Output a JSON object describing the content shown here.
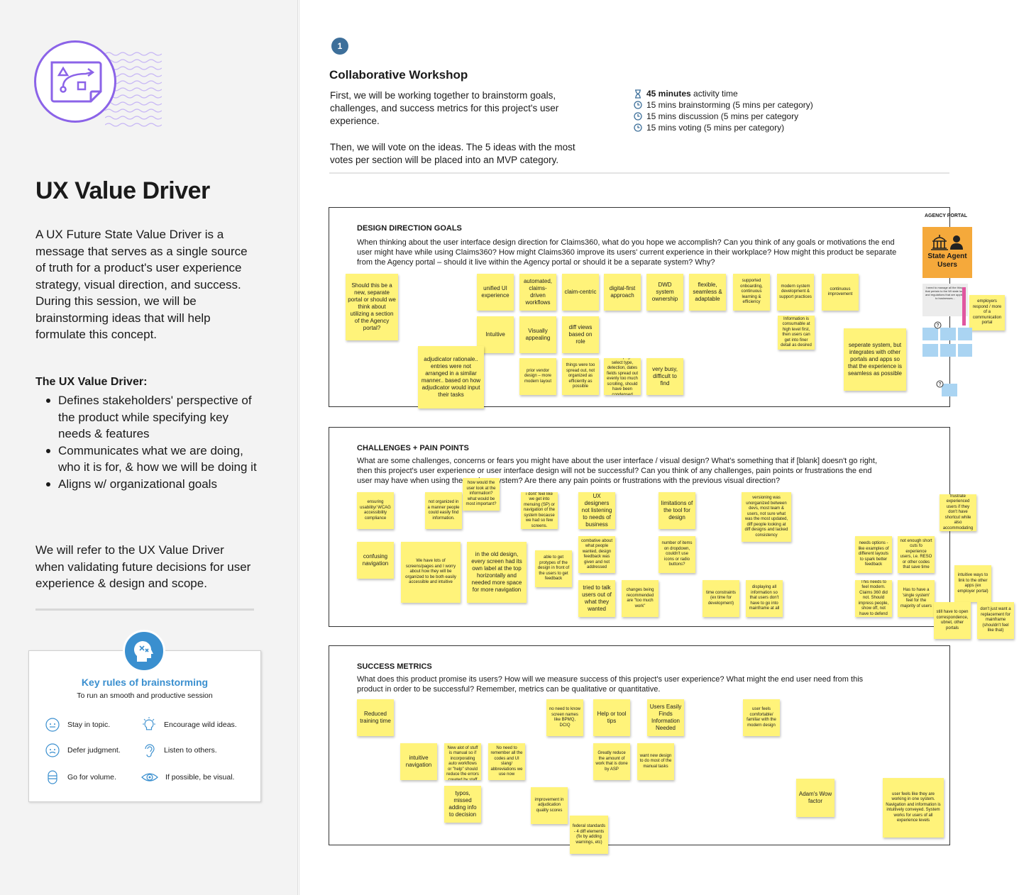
{
  "sidebar": {
    "title": "UX Value Driver",
    "intro": "A UX Future State Value Driver is a message that serves as a single source of truth for a product's user experience strategy, visual direction, and success. During this session, we will be brainstorming ideas that will help formulate this concept.",
    "driver_heading": "The UX Value Driver:",
    "driver_points": [
      "Defines stakeholders' perspective of the product while specifying key needs & features",
      "Communicates what we are doing, who it is for, & how we will be doing it",
      "Aligns w/ organizational goals"
    ],
    "refer": "We will refer to the UX Value Driver when validating future decisions for user experience & design and scope.",
    "rules": {
      "title": "Key rules of brainstorming",
      "subtitle": "To run an smooth and productive session",
      "items": [
        "Stay in topic.",
        "Encourage wild ideas.",
        "Defer judgment.",
        "Listen to others.",
        "Go for volume.",
        "If possible, be visual."
      ]
    }
  },
  "workshop": {
    "step": "1",
    "title": "Collaborative Workshop",
    "p1": "First, we will be working together to brainstorm goals, challenges, and success metrics for this project's user experience.",
    "p2": "Then, we will vote on the ideas. The 5 ideas with the most votes per section will be placed into an MVP category.",
    "activity_bold": "45 minutes",
    "activity_rest": " activity time",
    "times": [
      "15 mins brainstorming (5 mins per category)",
      "15 mins discussion (5 mins per category",
      "15 mins voting (5 mins per category)"
    ]
  },
  "sections": {
    "goals": {
      "title": "DESIGN DIRECTION GOALS",
      "prompt": "When thinking about the user interface design direction for Claims360, what do you hope we accomplish? Can you think of any goals or motivations the end user might have while using Claims360? How might Claims360 improve its users' current experience in their workplace? How might this product be separate from the Agency portal – should it live within the Agency portal or should it be a separate system? Why?"
    },
    "challenges": {
      "title": "CHALLENGES + PAIN POINTS",
      "prompt": "What are some challenges, concerns or fears you might have about the user interface / visual design? What's something that if [blank] doesn't go right, then this project's user experience or user interface design will not be successful? Can you think of any challenges, pain points or frustrations the end user may have when using the modern system? Are there any pain points or frustrations with the previous visual direction?"
    },
    "metrics": {
      "title": "SUCCESS METRICS",
      "prompt": "What does this product promise its users? How will we measure success of this project's user experience? What might the end user need from this product in order to be successful? Remember, metrics can be qualitative or quantitative."
    }
  },
  "agency": {
    "label": "AGENCY PORTAL",
    "card": "State Agent Users",
    "notes": [
      "I need to manage all the things that pertain to the WI state laws and regulations that are applied to businesses...",
      "employers respond / more of a communication portal",
      "Information is consumable at high level first, then users can get into finer detail as desired"
    ]
  },
  "notes_goals": [
    "Should this be a new, separate portal or should we think about utilizing a section of the Agency portal?",
    "unified UI experience",
    "automated, claims-driven workflows",
    "claim-centric",
    "digital-first approach",
    "DWD system ownership",
    "flexible, seamless & adaptable",
    "supported onboarding, continuous learning & efficiency",
    "modern system development & support practices",
    "continuous improvement",
    "Intuitive",
    "Visually appealing",
    "diff views based on role",
    "adjudicator rationale.. entries were not arranged in a similar manner.. based on how adjudicator would input their tasks",
    "prior vendor design – more modern layout",
    "things were too spread out, not organized as efficiently as possible",
    "issues page.. select type, detection, dates fields spread out evenly too much scrolling, should have been condensed",
    "very busy, difficult to find",
    "seperate system, but integrates with other portals and apps so that the experience is seamless as possible"
  ],
  "notes_challenges": [
    "ensuring usability/ WCAG accessibility compliance",
    "not organized in a manner people could easily find information.",
    "how would the user look at the information? what would be most important?",
    "i dont' feel like we get into menuing (SP) or navigation of the system because we had so few screens.",
    "UX designers not listening to needs of business",
    "limitations of the tool for design",
    "versioning was unorganized between devs, most team & users, not sure what was the most updated, diff people looking at diff designs and lacked consistency",
    "confusing navigation",
    "We have lots of screens/pages and I worry about how they will be organized to be both easily accessible and intuitive",
    "in the old design, every screen had its own label at the top horizontally and needed more space for more navigation",
    "able to get protypes of the design in front of the users to get feedback",
    "combative about what people wanted, design feedback was given and not addressed",
    "number of items on dropdown, couldn't use icons or radio buttons?",
    "tried to talk users out of what they wanted",
    "changes being recommended are \"too much work\"",
    "time constraints (ex time for development)",
    "displaying all information so that users don't have to go into mainframe at all",
    "needs options - like examples of different layouts to spark better feedback",
    "not enough short cuts fo experience users, i.e. RESO or other codes that save time",
    "This needs to feel modern. Claims 360 did not. Should impress people, show off, not have to defend",
    "Has to have a 'single system' feel for the majority of users",
    "fear = could frustrate experienced users if they don't have shortcut while also accommodating new users",
    "intuitive ways to link to the other apps (ex employer portal)",
    "still have to open correspondence, ubnet, other portals",
    "don't just want a replacement for mainframe (shouldn't feel like that)"
  ],
  "notes_metrics": [
    "Reduced training time",
    "no need to know screen names like BPMQ, DCIQ",
    "Help or tool tips",
    "Users Easily Finds Information Needed",
    "user feels comfortable/ familiar with the modern design",
    "intuitive navigation",
    "Reduce errors. New alot of stuff is manual so if incorporating auto workflows or \"help\" should reduce the errors created by staff",
    "No need to remember all the codes and UI slang/ abbreviations we use now",
    "Greatly reduce the amount of work that is done by ASP",
    "want new design to do most of the manual tasks",
    "typos, missed adding info to decision",
    "improvement in adjudication quality scores",
    "federal standards - 4 diff elements (fix by adding warnings, etc)",
    "Adam's Wow factor",
    "user feels like they are working in one system. Navigation and information is intuitively conveyed. System works for users of all experience levels"
  ],
  "colors": {
    "accent_purple": "#8b63e8",
    "accent_blue": "#3a8fcf",
    "sticky_yellow": "#fff37a",
    "agency_orange": "#f5a93b"
  },
  "icons": [
    "whiteboard-icon",
    "hourglass-icon",
    "clock-icon",
    "brain-icon",
    "face-icon",
    "lightbulb-icon",
    "ear-icon",
    "stack-icon",
    "eye-icon"
  ]
}
